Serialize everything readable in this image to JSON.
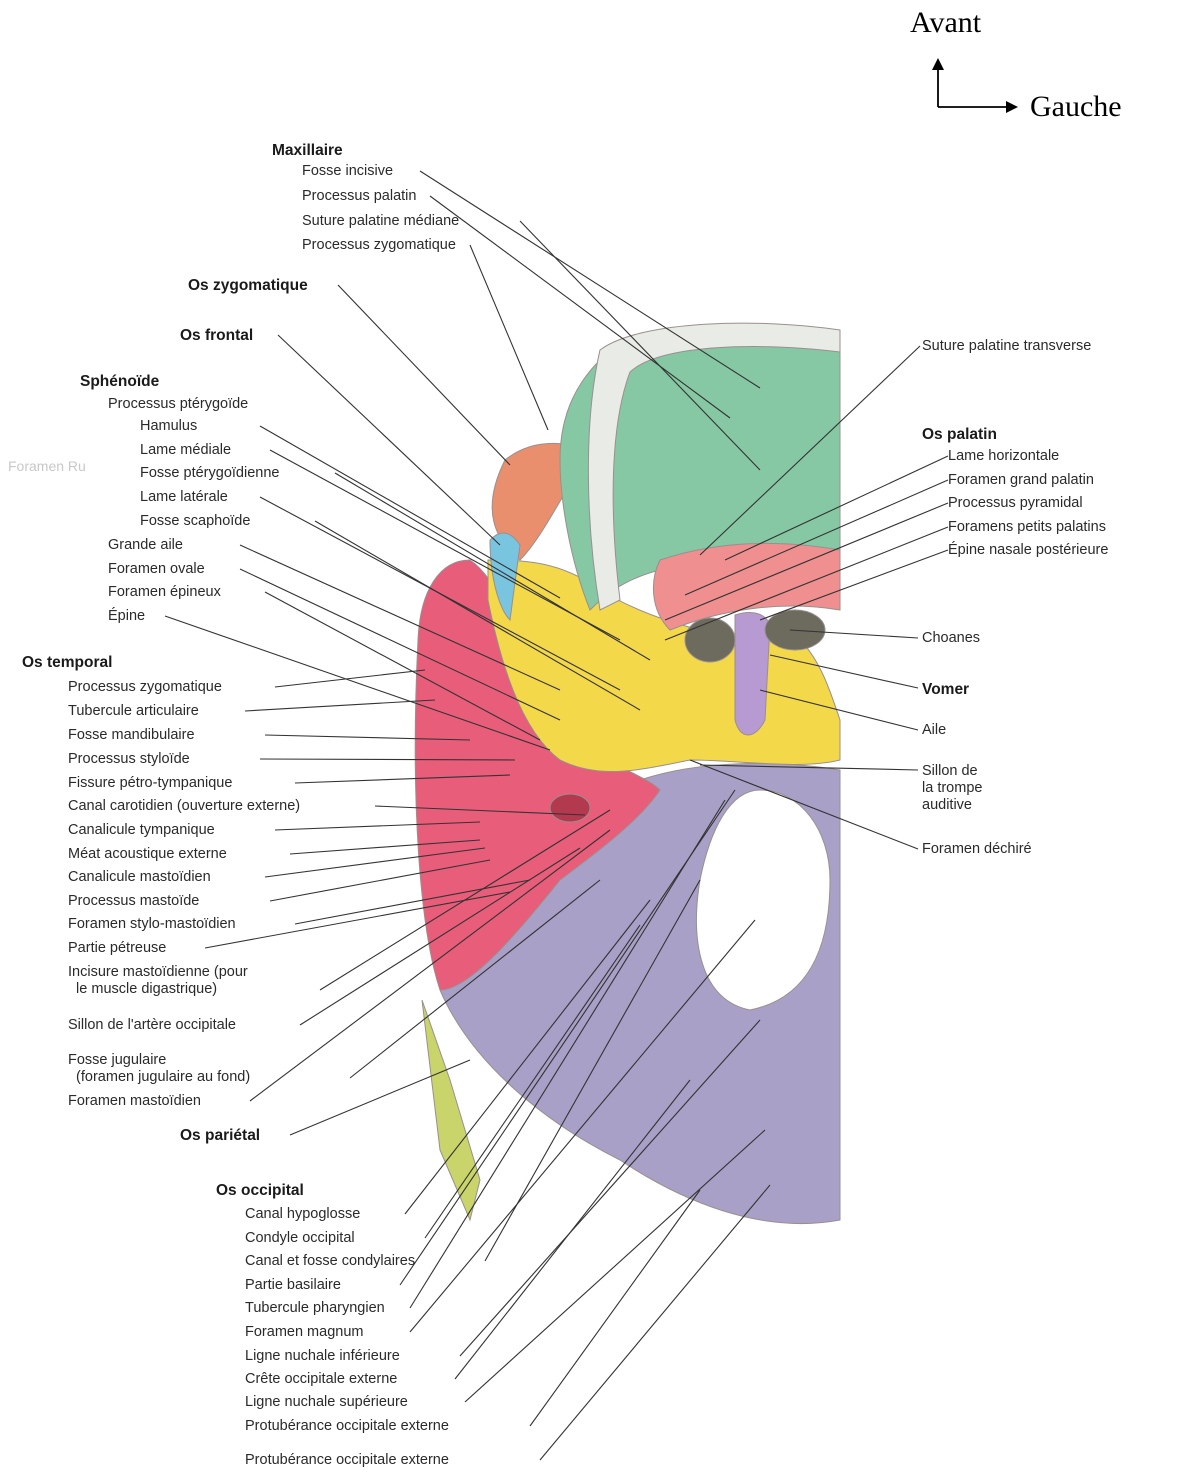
{
  "orientation": {
    "front": "Avant",
    "left": "Gauche"
  },
  "colors": {
    "maxillaire": "#86c8a4",
    "palatin": "#f08f8f",
    "zygomatique": "#e98f6e",
    "frontal": "#79c4df",
    "sphenoide": "#f3d84a",
    "temporal": "#e85d7a",
    "occipital": "#a8a0c6",
    "parietal": "#c9d46a",
    "vomer": "#b79ad2",
    "teeth": "#e9ebe6",
    "leader": "#333333"
  },
  "groups": {
    "maxillaire": {
      "title": "Maxillaire",
      "items": [
        "Fosse incisive",
        "Processus palatin",
        "Suture palatine médiane",
        "Processus zygomatique"
      ]
    },
    "zygomatique": {
      "title": "Os zygomatique"
    },
    "frontal": {
      "title": "Os frontal"
    },
    "sphenoide": {
      "title": "Sphénoïde",
      "items": [
        "Processus ptérygoïde",
        "Hamulus",
        "Lame médiale",
        "Fosse ptérygoïdienne",
        "Lame latérale",
        "Fosse scaphoïde",
        "Grande aile",
        "Foramen ovale",
        "Foramen épineux",
        "Épine"
      ]
    },
    "temporal": {
      "title": "Os temporal",
      "items": [
        "Processus zygomatique",
        "Tubercule articulaire",
        "Fosse mandibulaire",
        "Processus styloïde",
        "Fissure pétro-tympanique",
        "Canal carotidien (ouverture externe)",
        "Canalicule tympanique",
        "Méat acoustique externe",
        "Canalicule mastoïdien",
        "Processus mastoïde",
        "Foramen stylo-mastoïdien",
        "Partie pétreuse",
        "Incisure mastoïdienne (pour\n  le muscle digastrique)",
        "Sillon de l'artère occipitale",
        "Fosse jugulaire\n  (foramen jugulaire au fond)",
        "Foramen mastoïdien"
      ]
    },
    "parietal": {
      "title": "Os pariétal"
    },
    "occipital": {
      "title": "Os occipital",
      "items": [
        "Canal hypoglosse",
        "Condyle occipital",
        "Canal et fosse condylaires",
        "Partie basilaire",
        "Tubercule pharyngien",
        "Foramen magnum",
        "Ligne nuchale inférieure",
        "Crête occipitale externe",
        "Ligne nuchale supérieure",
        "Protubérance occipitale externe",
        "Protubérance occipitale externe"
      ]
    },
    "palatin": {
      "title": "Os palatin",
      "items": [
        "Lame horizontale",
        "Foramen grand palatin",
        "Processus pyramidal",
        "Foramens petits palatins",
        "Épine nasale postérieure"
      ]
    },
    "right": {
      "suture": "Suture palatine transverse",
      "choanes": "Choanes",
      "vomer": "Vomer",
      "aile": "Aile",
      "sillon": "Sillon de\nla trompe\nauditive",
      "dechire": "Foramen déchiré"
    }
  },
  "faint_text": "Foramen Ru"
}
